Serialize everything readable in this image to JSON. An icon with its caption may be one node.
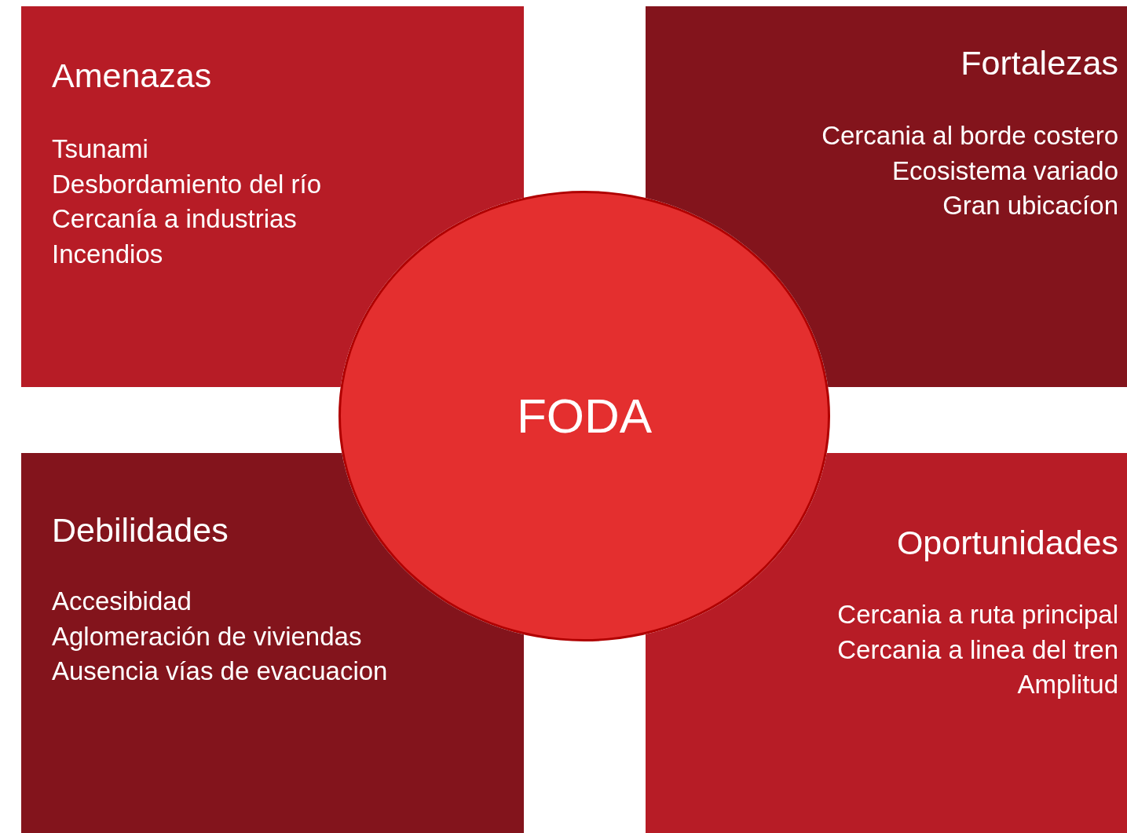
{
  "diagram": {
    "nodes": [
      {
        "text": [
          "Amenazas",
          "Tsunami",
          "Desbordamiento del río",
          "Cercanía a industrias",
          "Incendios"
        ]
      },
      {
        "text": [
          "Fortalezas",
          "Cercania al borde costero",
          "Ecosistema variado",
          "Gran ubicacíon"
        ]
      },
      {
        "text": [
          "Debilidades",
          "Accesibidad",
          "Aglomeración de viviendas",
          "Ausencia vías de evacuacion"
        ]
      },
      {
        "text": [
          "Oportunidades",
          "Cercania a ruta principal",
          "Cercania a linea del tren",
          "Amplitud"
        ]
      },
      {
        "text": [
          "FODA"
        ]
      }
    ]
  }
}
